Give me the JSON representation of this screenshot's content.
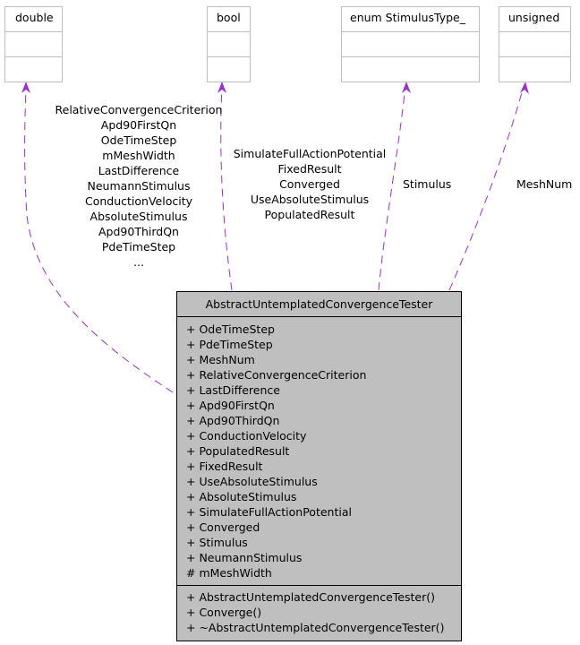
{
  "diagram": {
    "type": "UML collaboration diagram",
    "edge_color": "#9a32cd",
    "type_boxes": [
      {
        "id": "double",
        "name": "double"
      },
      {
        "id": "bool",
        "name": "bool"
      },
      {
        "id": "enum",
        "name": "enum StimulusType_"
      },
      {
        "id": "unsigned",
        "name": "unsigned"
      }
    ],
    "edge_labels": {
      "double": [
        "RelativeConvergenceCriterion",
        "Apd90FirstQn",
        "OdeTimeStep",
        "mMeshWidth",
        "LastDifference",
        "NeumannStimulus",
        "ConductionVelocity",
        "AbsoluteStimulus",
        "Apd90ThirdQn",
        "PdeTimeStep",
        "..."
      ],
      "bool": [
        "SimulateFullActionPotential",
        "FixedResult",
        "Converged",
        "UseAbsoluteStimulus",
        "PopulatedResult"
      ],
      "enum": [
        "Stimulus"
      ],
      "unsigned": [
        "MeshNum"
      ]
    },
    "main_class": {
      "name": "AbstractUntemplatedConvergenceTester",
      "attributes": [
        "+ OdeTimeStep",
        "+ PdeTimeStep",
        "+ MeshNum",
        "+ RelativeConvergenceCriterion",
        "+ LastDifference",
        "+ Apd90FirstQn",
        "+ Apd90ThirdQn",
        "+ ConductionVelocity",
        "+ PopulatedResult",
        "+ FixedResult",
        "+ UseAbsoluteStimulus",
        "+ AbsoluteStimulus",
        "+ SimulateFullActionPotential",
        "+ Converged",
        "+ Stimulus",
        "+ NeumannStimulus",
        "# mMeshWidth"
      ],
      "operations": [
        "+ AbstractUntemplatedConvergenceTester()",
        "+ Converge()",
        "+ ~AbstractUntemplatedConvergenceTester()"
      ]
    }
  }
}
